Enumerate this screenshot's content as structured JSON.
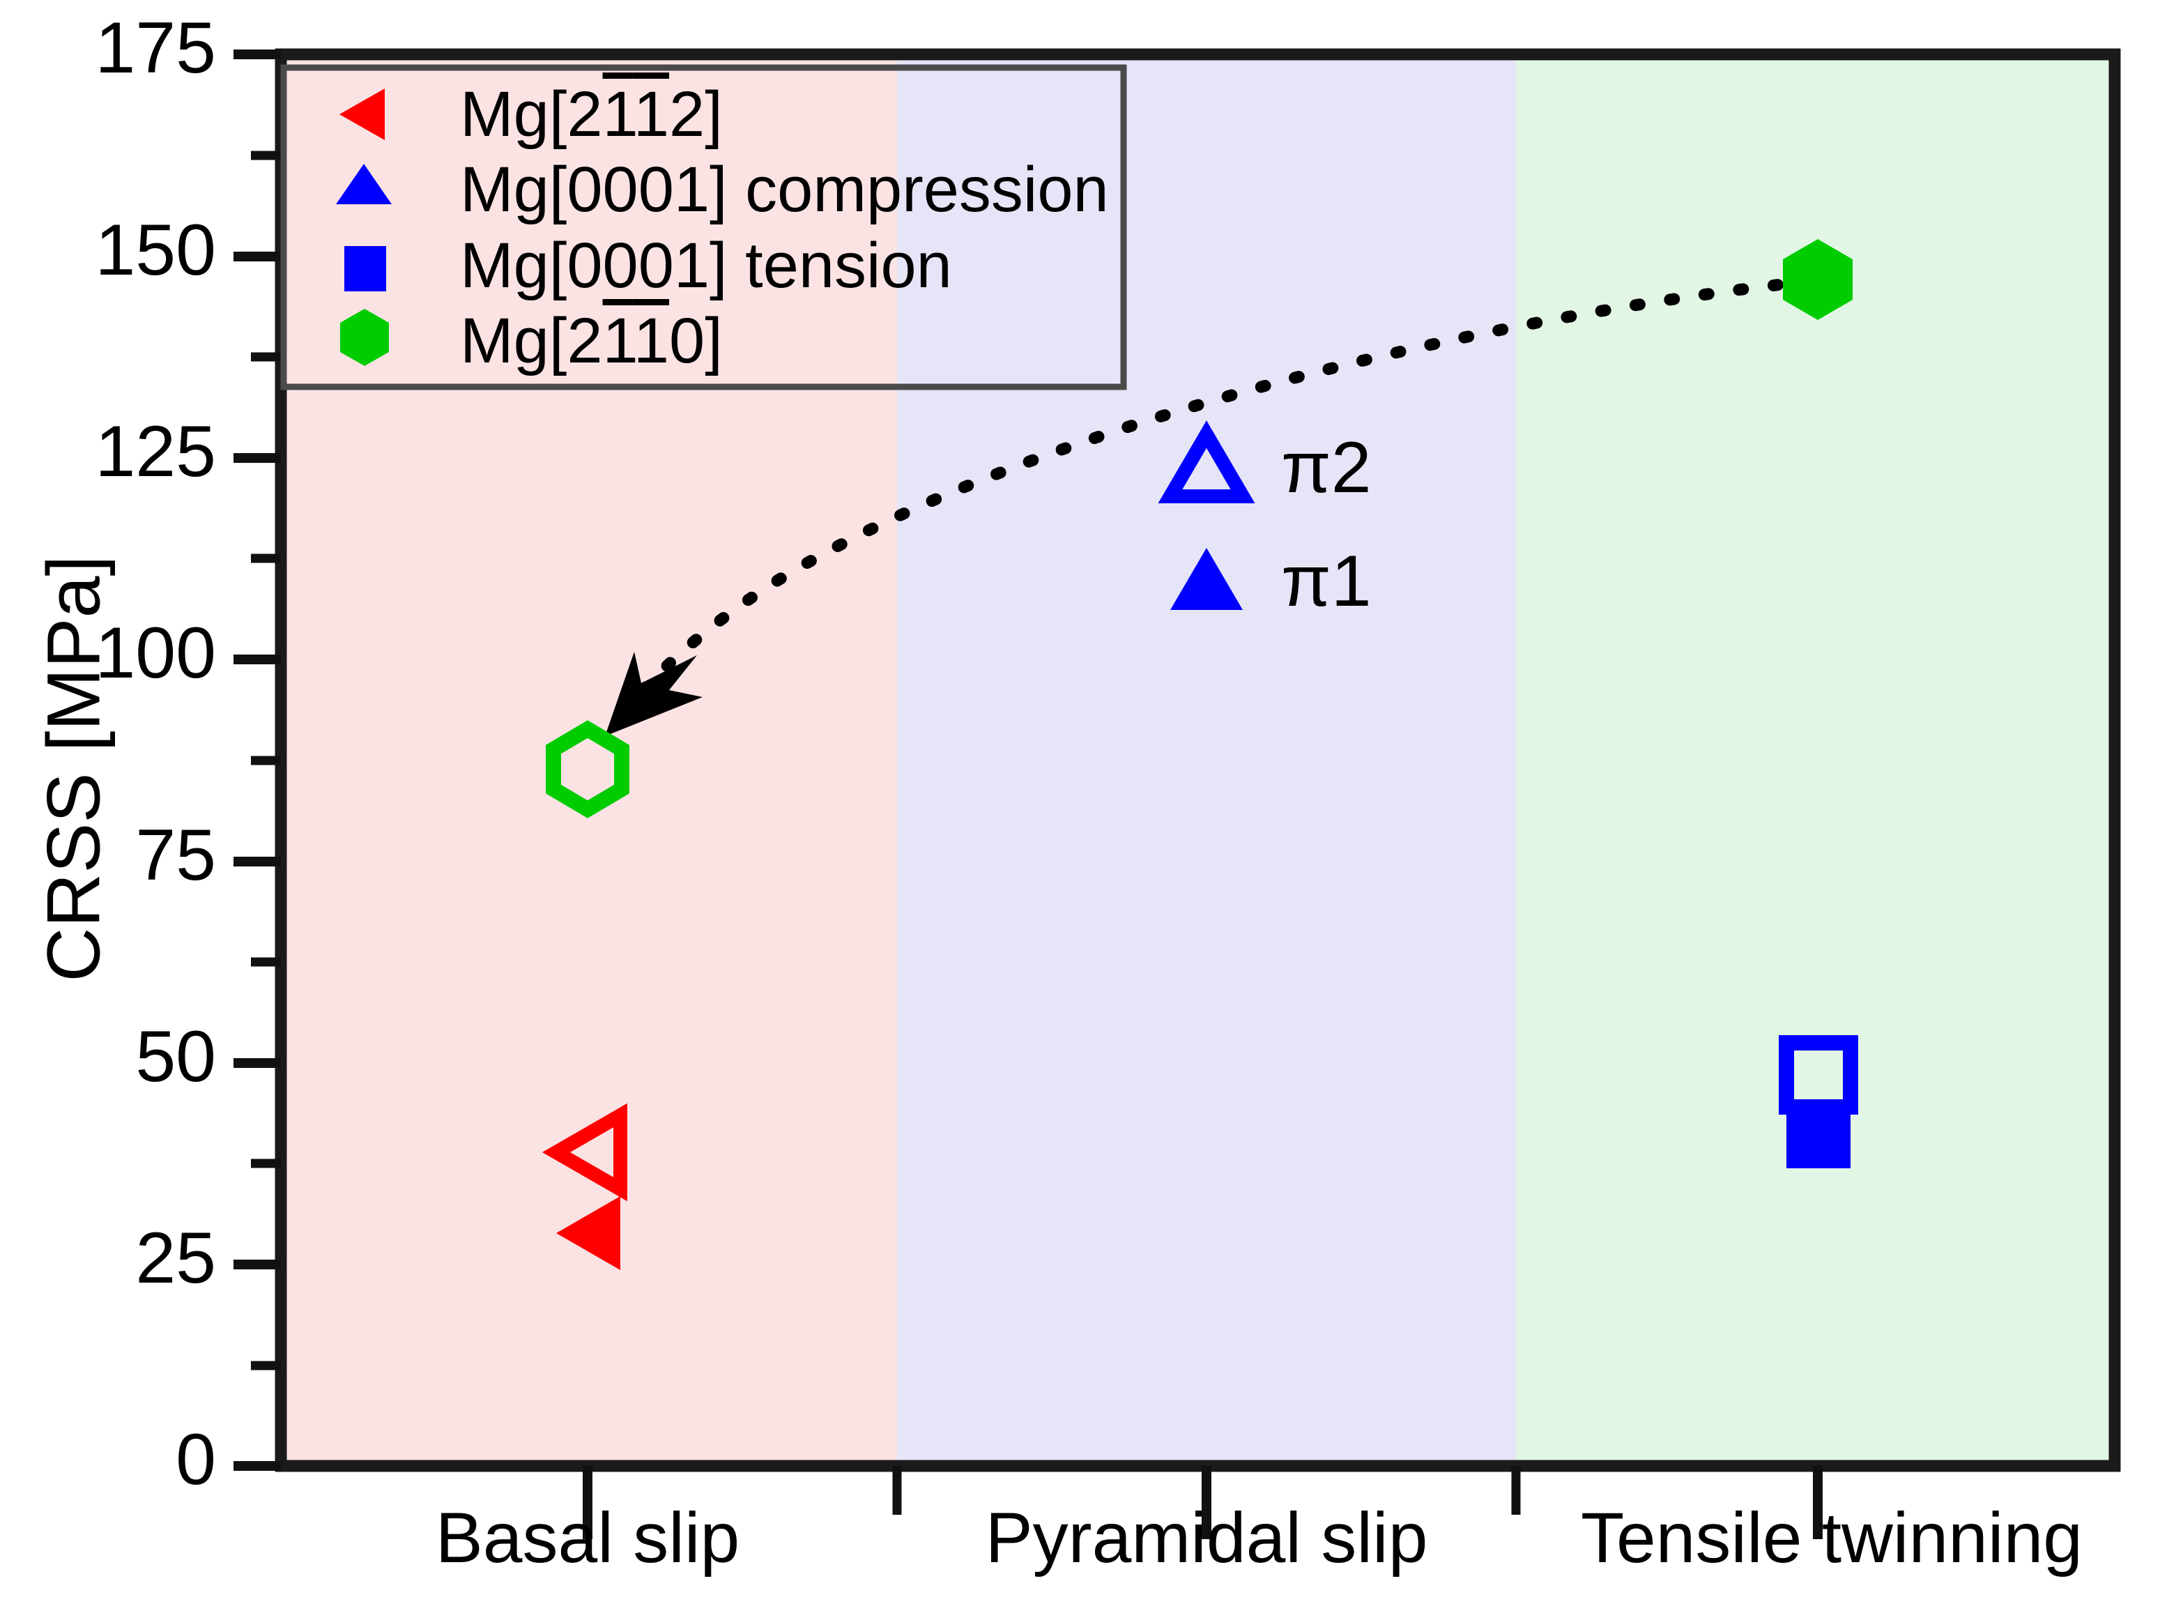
{
  "chart_data": {
    "type": "scatter",
    "title": "",
    "xlabel": "",
    "ylabel": "CRSS [MPa]",
    "ylim": [
      0,
      175
    ],
    "ytick_labels": [
      "175",
      "150",
      "125",
      "100",
      "75",
      "50",
      "25",
      "0"
    ],
    "ytick_values": [
      175,
      150,
      125,
      100,
      75,
      50,
      25,
      0
    ],
    "yminor_values": [
      162.5,
      137.5,
      112.5,
      87.5,
      62.5,
      37.5,
      12.5
    ],
    "grid": false,
    "legend_position": "top-left",
    "categories": [
      "Basal slip",
      "Pyramidal slip",
      "Tensile twinning"
    ],
    "band_colors": [
      "#fbe3e4",
      "#e5e5f7",
      "#e2f6e5"
    ],
    "series": [
      {
        "name": "Mg[2 1̅ 1̅ 2]",
        "marker": "left-triangle",
        "color": "#ff0000",
        "points": [
          {
            "category": "Basal slip",
            "value": 39,
            "fill": "open"
          },
          {
            "category": "Basal slip",
            "value": 29,
            "fill": "filled"
          }
        ]
      },
      {
        "name": "Mg[0001] compression",
        "marker": "up-triangle",
        "color": "#0000ff",
        "points": []
      },
      {
        "name": "Mg[0001] tension",
        "marker": "square",
        "color": "#0000ff",
        "points": [
          {
            "category": "Tensile twinning",
            "value": 48.5,
            "fill": "open"
          },
          {
            "category": "Tensile twinning",
            "value": 41,
            "fill": "filled"
          }
        ]
      },
      {
        "name": "Mg[2 1̅ 1̅ 0]",
        "marker": "hexagon",
        "color": "#00cc00",
        "points": [
          {
            "category": "Basal slip",
            "value": 85.5,
            "fill": "open"
          },
          {
            "category": "Tensile twinning",
            "value": 146.5,
            "fill": "filled"
          }
        ]
      }
    ],
    "annotations": [
      {
        "label": "π2",
        "marker": "up-triangle-open",
        "color": "#0000ff",
        "x_category": "Pyramidal slip",
        "y_value": 124
      },
      {
        "label": "π1",
        "marker": "up-triangle-filled",
        "color": "#0000ff",
        "x_category": "Pyramidal slip",
        "y_value": 110
      },
      {
        "label": "trend-arrow",
        "type": "dashed-curved-arrow",
        "from": {
          "category": "Tensile twinning",
          "value": 147
        },
        "to": {
          "category": "Basal slip",
          "value": 92
        },
        "color": "#000000"
      }
    ]
  },
  "axes": {
    "y_title": "CRSS [MPa]",
    "y_ticks": [
      "175",
      "150",
      "125",
      "100",
      "75",
      "50",
      "25",
      "0"
    ],
    "x_categories": [
      "Basal slip",
      "Pyramidal slip",
      "Tensile twinning"
    ]
  },
  "legend": {
    "entries": [
      {
        "marker": "left-triangle-filled",
        "color": "#ff0000",
        "pre": "Mg[2",
        "bar1": "1",
        "bar2": "1",
        "post": "2]"
      },
      {
        "marker": "up-triangle-filled",
        "color": "#0000ff",
        "pre": "Mg[0001] compression",
        "bar1": "",
        "bar2": "",
        "post": ""
      },
      {
        "marker": "square-filled",
        "color": "#0000ff",
        "pre": "Mg[0001] tension",
        "bar1": "",
        "bar2": "",
        "post": ""
      },
      {
        "marker": "hexagon-filled",
        "color": "#00cc00",
        "pre": "Mg[2",
        "bar1": "1",
        "bar2": "1",
        "post": "0]"
      }
    ]
  },
  "annotations": {
    "pi2_label": "π2",
    "pi1_label": "π1"
  }
}
